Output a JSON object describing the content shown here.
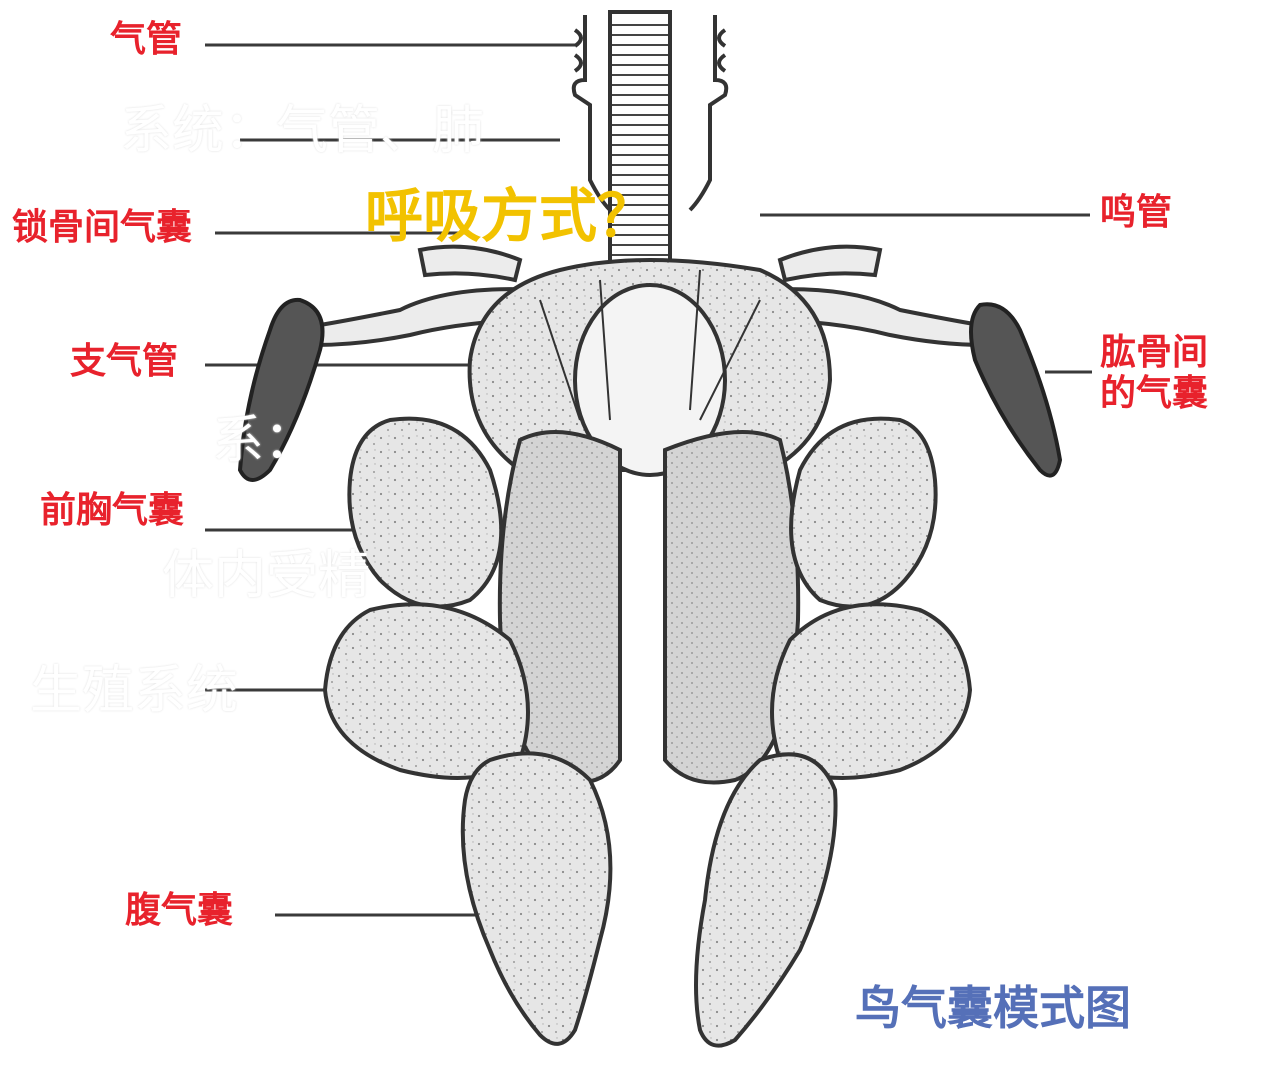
{
  "labels": {
    "trachea": "气管",
    "interclavicular_air_sac": "锁骨间气囊",
    "syrinx": "鸣管",
    "bronchus": "支气管",
    "intercostal_air_sac": "肱骨间的气囊",
    "anterior_thoracic_air_sac": "前胸气囊",
    "abdominal_air_sac": "腹气囊"
  },
  "caption": "鸟气囊模式图",
  "overlay": {
    "line1": "系统：气管、肺",
    "question": "呼吸方式？",
    "line2": "系：",
    "line3": "体内受精",
    "line4": "生殖系统"
  },
  "colors": {
    "label": "#e8222c",
    "caption": "#5570b8",
    "question": "#f2c200",
    "overlay": "#ffffff",
    "ink": "#3a3a3a",
    "sac_fill": "#dedede"
  }
}
